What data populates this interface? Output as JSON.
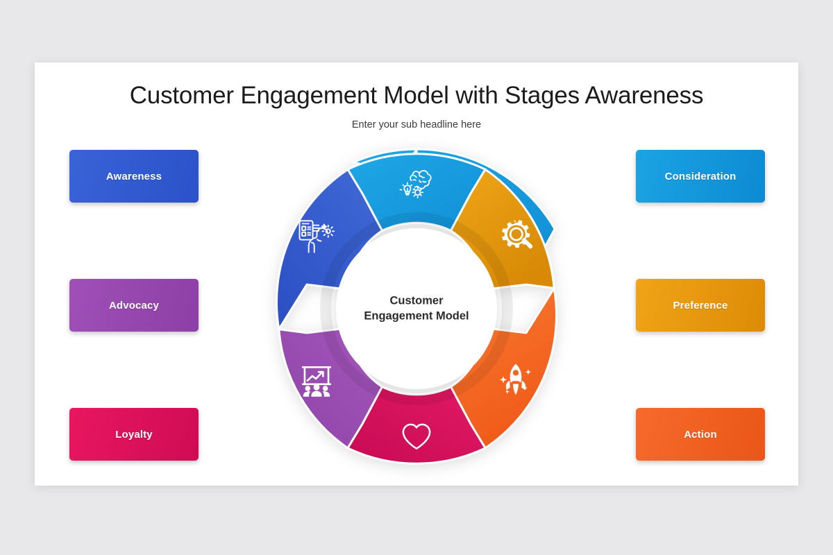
{
  "page": {
    "background_color": "#e8e8ea",
    "card_color": "#ffffff"
  },
  "header": {
    "title": "Customer Engagement Model with Stages Awareness",
    "subtitle": "Enter your sub headline here"
  },
  "center": {
    "line1": "Customer",
    "line2": "Engagement Model"
  },
  "left_buttons": [
    {
      "label": "Awareness",
      "color_from": "#3a63d8",
      "color_to": "#2b52c9"
    },
    {
      "label": "Advocacy",
      "color_from": "#a050b8",
      "color_to": "#8c3fa4"
    },
    {
      "label": "Loyalty",
      "color_from": "#e8165f",
      "color_to": "#cf0c55"
    }
  ],
  "right_buttons": [
    {
      "label": "Consideration",
      "color_from": "#1ba4e4",
      "color_to": "#0d8ad2"
    },
    {
      "label": "Preference",
      "color_from": "#f0a417",
      "color_to": "#dd8b06"
    },
    {
      "label": "Action",
      "color_from": "#f66a2b",
      "color_to": "#ea5617"
    }
  ],
  "chart_data": {
    "type": "pie",
    "title": "Customer Engagement Model",
    "subtitle": "Enter your sub headline here",
    "style": "donut",
    "legend_position": "sides",
    "segment_count": 6,
    "equal_segments": true,
    "segment_share_percent": 16.67,
    "categories": [
      "Consideration",
      "Preference",
      "Action",
      "Loyalty",
      "Advocacy",
      "Awareness"
    ],
    "values": [
      16.67,
      16.67,
      16.67,
      16.67,
      16.67,
      16.67
    ],
    "segments": [
      {
        "label": "Consideration",
        "icon": "brain-idea-gear-icon",
        "color_from": "#1ea7e6",
        "color_to": "#1290d7",
        "start_angle_deg": -60,
        "end_angle_deg": 0,
        "side": "right"
      },
      {
        "label": "Preference",
        "icon": "gear-magnifier-icon",
        "color_from": "#efa518",
        "color_to": "#d88a06",
        "start_angle_deg": 0,
        "end_angle_deg": 60,
        "side": "right"
      },
      {
        "label": "Action",
        "icon": "rocket-icon",
        "color_from": "#f77b30",
        "color_to": "#f15a19",
        "start_angle_deg": 60,
        "end_angle_deg": 120,
        "side": "right"
      },
      {
        "label": "Loyalty",
        "icon": "heart-icon",
        "color_from": "#e21a63",
        "color_to": "#c80a55",
        "start_angle_deg": 120,
        "end_angle_deg": 180,
        "side": "left"
      },
      {
        "label": "Advocacy",
        "icon": "team-growth-chart-icon",
        "color_from": "#a457bb",
        "color_to": "#8e43a6",
        "start_angle_deg": 180,
        "end_angle_deg": 240,
        "side": "left"
      },
      {
        "label": "Awareness",
        "icon": "profile-document-icon",
        "color_from": "#4069d6",
        "color_to": "#2d51c5",
        "start_angle_deg": 240,
        "end_angle_deg": 300,
        "side": "left"
      }
    ]
  }
}
